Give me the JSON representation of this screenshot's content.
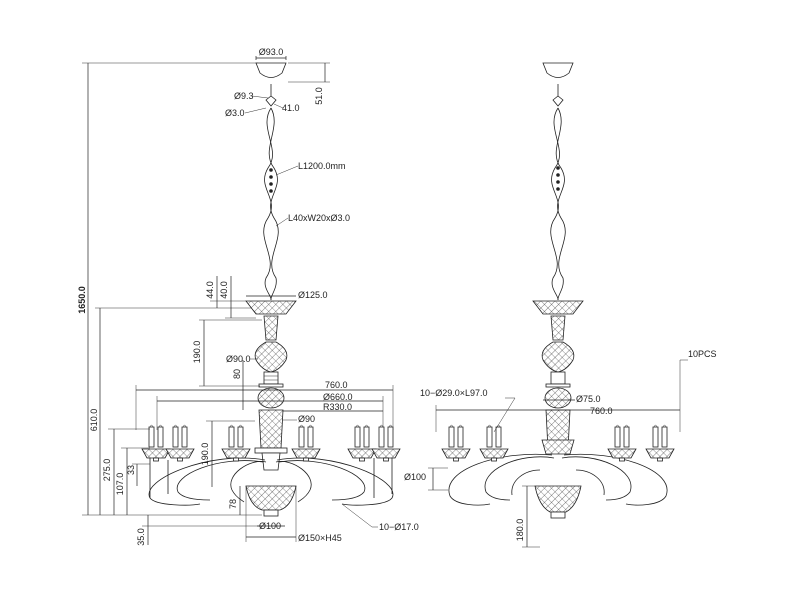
{
  "dimensions": {
    "canopy_diameter": "Ø93.0",
    "canopy_height": "51.0",
    "hook_diameter": "Ø9.3",
    "hook_size": "41.0",
    "wire_diameter": "Ø3.0",
    "chain_length": "L1200.0mm",
    "chain_link": "L40xW20xØ3.0",
    "top_bowl_diameter": "Ø125.0",
    "dim_44": "44.0",
    "dim_40": "40.0",
    "dim_190_upper": "190.0",
    "vase_diameter": "Ø90.0",
    "dim_80": "80",
    "total_height": "1650.0",
    "body_height": "610.0",
    "span_760": "760.0",
    "span_660": "Ø660.0",
    "radius_330": "R330.0",
    "center_90": "Ø90",
    "dim_190_lower": "190.0",
    "arm_height": "275.0",
    "dim_107": "107.0",
    "dim_33": "33",
    "dim_78": "78",
    "dim_35": "35.0",
    "bottom_100": "Ø100",
    "bottom_150": "Ø150×H45",
    "arm_tube": "10−Ø17.0",
    "pcs": "10PCS",
    "candle_spec": "10−Ø29.0×L97.0",
    "side_75": "Ø75.0",
    "side_760": "760.0",
    "side_100": "Ø100",
    "side_180": "180.0"
  }
}
